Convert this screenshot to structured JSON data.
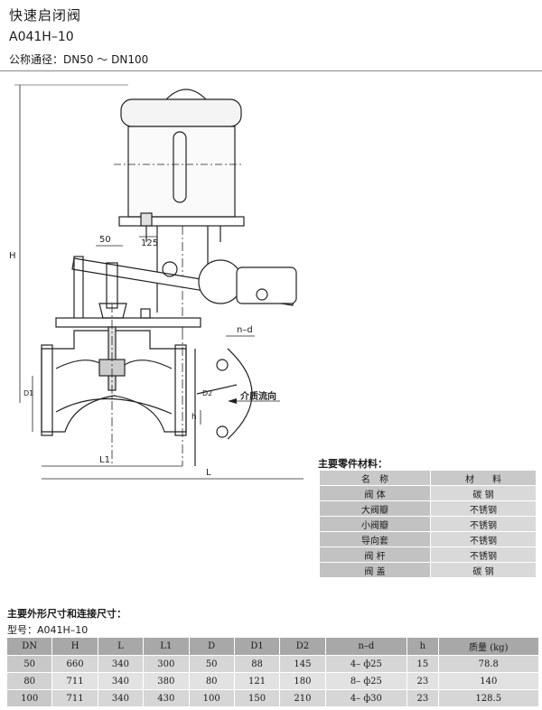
{
  "header": {
    "title": "快速启闭阀",
    "model": "A041H–10",
    "nominal": "公称通径：DN50 ～ DN100"
  },
  "drawing": {
    "labels": {
      "dim_50": "50",
      "dim_125": "125",
      "dim_h": "H",
      "dim_d1": "D1",
      "dim_d2": "D2",
      "dim_h_small": "h",
      "dim_nd": "n–d",
      "dim_l1": "L1",
      "dim_l": "L",
      "flow": "介质流向"
    }
  },
  "materials": {
    "title": "主要零件材料：",
    "headers": [
      "名　称",
      "材　　料"
    ],
    "rows": [
      [
        "阀 体",
        "碳 钢"
      ],
      [
        "大阀瓣",
        "不锈钢"
      ],
      [
        "小阀瓣",
        "不锈钢"
      ],
      [
        "导向套",
        "不锈钢"
      ],
      [
        "阀 杆",
        "不锈钢"
      ],
      [
        "阀 盖",
        "碳 钢"
      ]
    ]
  },
  "dimensions": {
    "title": "主要外形尺寸和连接尺寸：",
    "model_line": "型号：A041H–10",
    "headers": [
      "DN",
      "H",
      "L",
      "L1",
      "D",
      "D1",
      "D2",
      "n–d",
      "h",
      "质量 (kg)"
    ],
    "rows": [
      [
        "50",
        "660",
        "340",
        "300",
        "50",
        "88",
        "145",
        "4– ф25",
        "15",
        "78.8"
      ],
      [
        "80",
        "711",
        "340",
        "380",
        "80",
        "121",
        "180",
        "8– ф25",
        "23",
        "140"
      ],
      [
        "100",
        "711",
        "340",
        "430",
        "100",
        "150",
        "210",
        "4– ф30",
        "23",
        "128.5"
      ]
    ]
  }
}
